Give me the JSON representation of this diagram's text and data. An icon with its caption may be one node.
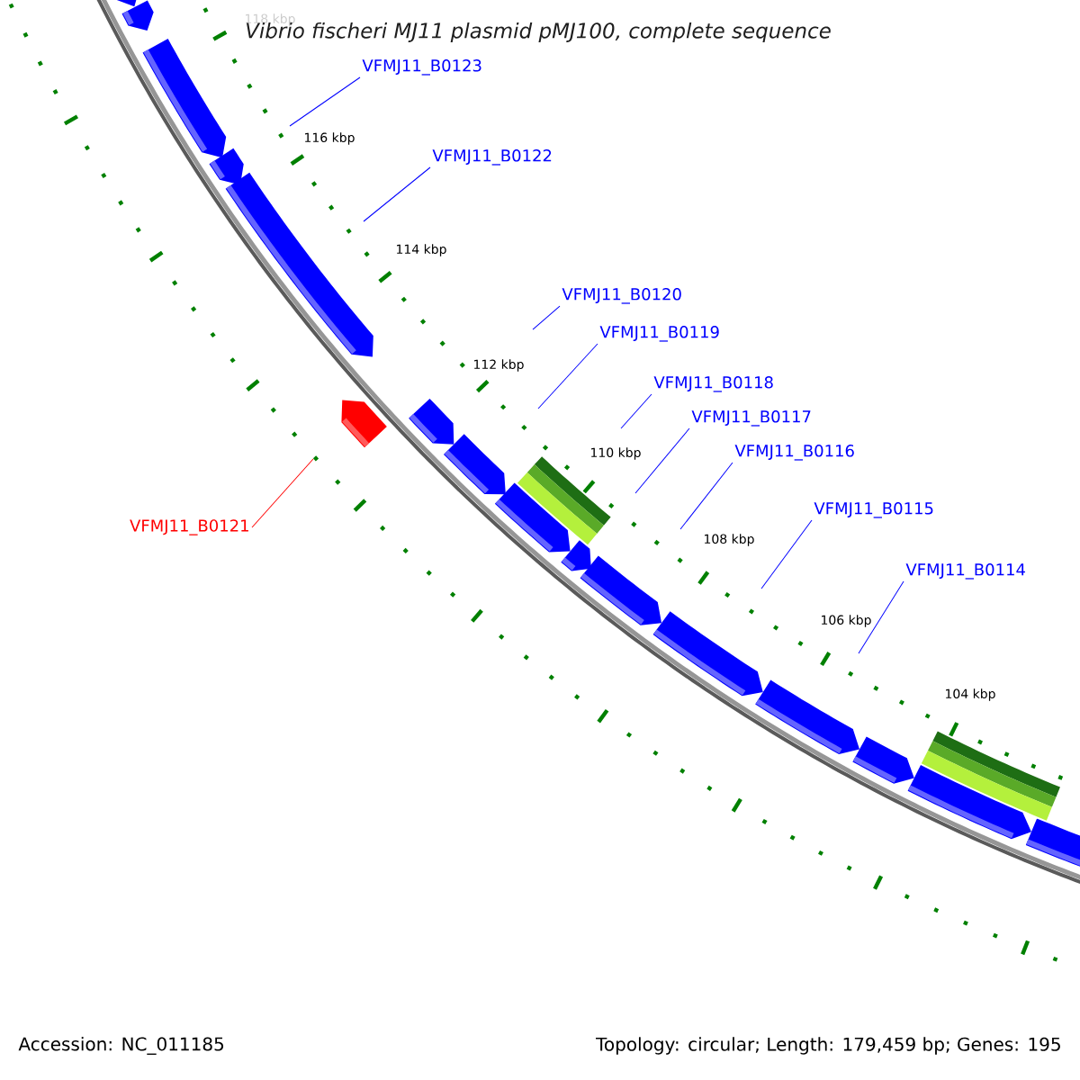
{
  "diagram": {
    "title": "Vibrio fischeri MJ11 plasmid pMJ100, complete sequence",
    "nodes": [
      {
        "text": [
          "VFMJ11_B0123"
        ]
      },
      {
        "text": [
          "VFMJ11_B0122"
        ]
      },
      {
        "text": [
          "VFMJ11_B0120"
        ]
      },
      {
        "text": [
          "VFMJ11_B0119"
        ]
      },
      {
        "text": [
          "VFMJ11_B0118"
        ]
      },
      {
        "text": [
          "VFMJ11_B0117"
        ]
      },
      {
        "text": [
          "VFMJ11_B0116"
        ]
      },
      {
        "text": [
          "VFMJ11_B0115"
        ]
      },
      {
        "text": [
          "VFMJ11_B0121"
        ]
      },
      {
        "text": [
          "VFMJ11_B0114"
        ]
      }
    ],
    "edges": [
      {
        "from": 0,
        "to": null,
        "arrow": "none"
      },
      {
        "from": 1,
        "to": null,
        "arrow": "none"
      },
      {
        "from": 2,
        "to": null,
        "arrow": "none"
      },
      {
        "from": 3,
        "to": null,
        "arrow": "none"
      },
      {
        "from": 4,
        "to": null,
        "arrow": "none"
      },
      {
        "from": 5,
        "to": null,
        "arrow": "none"
      },
      {
        "from": 6,
        "to": null,
        "arrow": "none"
      },
      {
        "from": 7,
        "to": null,
        "arrow": "none"
      },
      {
        "from": 8,
        "to": null,
        "arrow": "none",
        "color": "#ff0000"
      },
      {
        "from": 9,
        "to": null,
        "arrow": "none"
      }
    ],
    "labels": [
      "118 kbp",
      "116 kbp",
      "114 kbp",
      "112 kbp",
      "110 kbp",
      "108 kbp",
      "106 kbp",
      "104 kbp",
      "Accession: NC_011185",
      "Topology: circular; Length: 179,459 bp; Genes: 195"
    ]
  }
}
